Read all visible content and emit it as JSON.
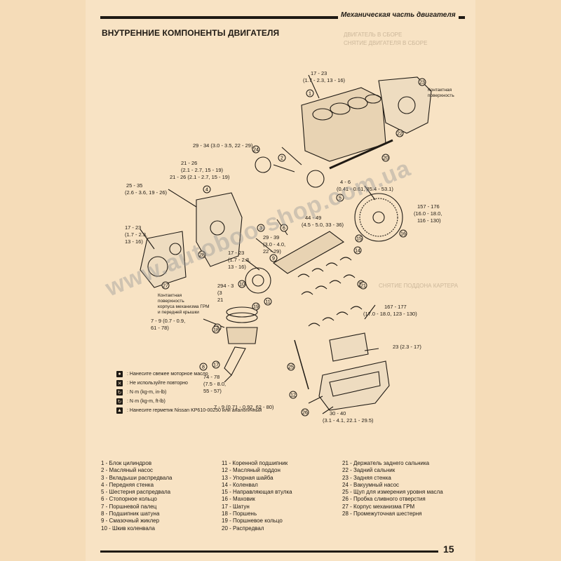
{
  "header": {
    "title": "Механическая часть двигателя"
  },
  "section_title": "ВНУТРЕННИЕ КОМПОНЕНТЫ ДВИГАТЕЛЯ",
  "bleed_through": [
    "ДВИГАТЕЛЬ В СБОРЕ",
    "СНЯТИЕ ДВИГАТЕЛЯ В СБОРЕ",
    "СНЯТИЕ ПОДДОНА КАРТЕРА"
  ],
  "diagram": {
    "callouts": [
      "17 - 23",
      "(1.7 - 2.3, 13 - 16)",
      "Контактная",
      "поверхность",
      "29 - 34 (3.0 - 3.5, 22 - 29)",
      "21 - 26",
      "(2.1 - 2.7, 15 - 19)",
      "21 - 26 (2.1 - 2.7, 15 - 19)",
      "25 - 35",
      "(2.6 - 3.6, 19 - 26)",
      "4 - 6",
      "(0.41 - 0.61, 35.4 - 53.1)",
      "157 - 176",
      "(16.0 - 18.0,",
      "116 - 130)",
      "44 - 49",
      "(4.5 - 5.0, 33 - 36)",
      "17 - 23",
      "(1.7 - 2.3,",
      "13 - 16)",
      "29 - 39",
      "(3.0 - 4.0,",
      "22 - 29)",
      "17 - 23",
      "(1.7 - 2.3,",
      "13 - 16)",
      "Контактная",
      "поверхность",
      "корпуса механизма ГРМ",
      "и передней крышки",
      "294 - 3",
      "(3",
      "21",
      "167 - 177",
      "(17.0 - 18.0, 123 - 130)",
      "7 - 9 (0.7 - 0.9,",
      "61 - 78)",
      "23 (2.3 - 17)",
      "74 - 78",
      "(7.5 - 8.0,",
      "55 - 57)",
      "7 - 9 (0.71 - 0.92, 62 - 80)",
      "30 - 40",
      "(3.1 - 4.1, 22.1 - 29.5)"
    ],
    "numbers": [
      "1",
      "2",
      "3",
      "4",
      "5",
      "6",
      "7",
      "8",
      "9",
      "10",
      "11",
      "12",
      "13",
      "14",
      "15",
      "16",
      "17",
      "18",
      "19",
      "20",
      "21",
      "22",
      "23",
      "24",
      "25",
      "26",
      "27",
      "28"
    ]
  },
  "legend": [
    {
      "icon": "oil-can-icon",
      "symbol": "●",
      "text": ": Нанесите свежее моторное масло"
    },
    {
      "icon": "no-reuse-icon",
      "symbol": "✕",
      "text": ": Не используйте повторно"
    },
    {
      "icon": "torque-in-lb-icon",
      "symbol": "↻",
      "text": ": N·m (kg-m, in-lb)"
    },
    {
      "icon": "torque-ft-lb-icon",
      "symbol": "↻",
      "text": ": N·m (kg-m, ft-lb)"
    },
    {
      "icon": "sealant-icon",
      "symbol": "▲",
      "text": ": Нанесите герметик Nissan KP610-00250 или аналогичный"
    }
  ],
  "parts_list": [
    [
      "1 - Блок цилиндров",
      "2 - Масляный насос",
      "3 - Вкладыши распредвала",
      "4 - Передняя стенка",
      "5 - Шестерня распредвала",
      "6 - Стопорное кольцо",
      "7 - Поршневой палец",
      "8 - Подшипник шатуна",
      "9 - Смазочный жиклер",
      "10 - Шкив коленвала"
    ],
    [
      "11 - Коренной подшипник",
      "12 - Масляный поддон",
      "13 - Упорная шайба",
      "14 - Коленвал",
      "15 - Направляющая втулка",
      "16 - Маховик",
      "17 - Шатун",
      "18 - Поршень",
      "19 - Поршневое кольцо",
      "20 - Распредвал"
    ],
    [
      "21 - Держатель заднего сальника",
      "22 - Задний сальник",
      "23 - Задняя стенка",
      "24 - Вакуумный насос",
      "25 - Щуп для измерения уровня масла",
      "26 - Пробка сливного отверстия",
      "27 - Корпус механизма ГРМ",
      "28 - Промежуточная шестерня"
    ]
  ],
  "page_number": "15",
  "watermark": "www.autoboo-shop.com.ua"
}
